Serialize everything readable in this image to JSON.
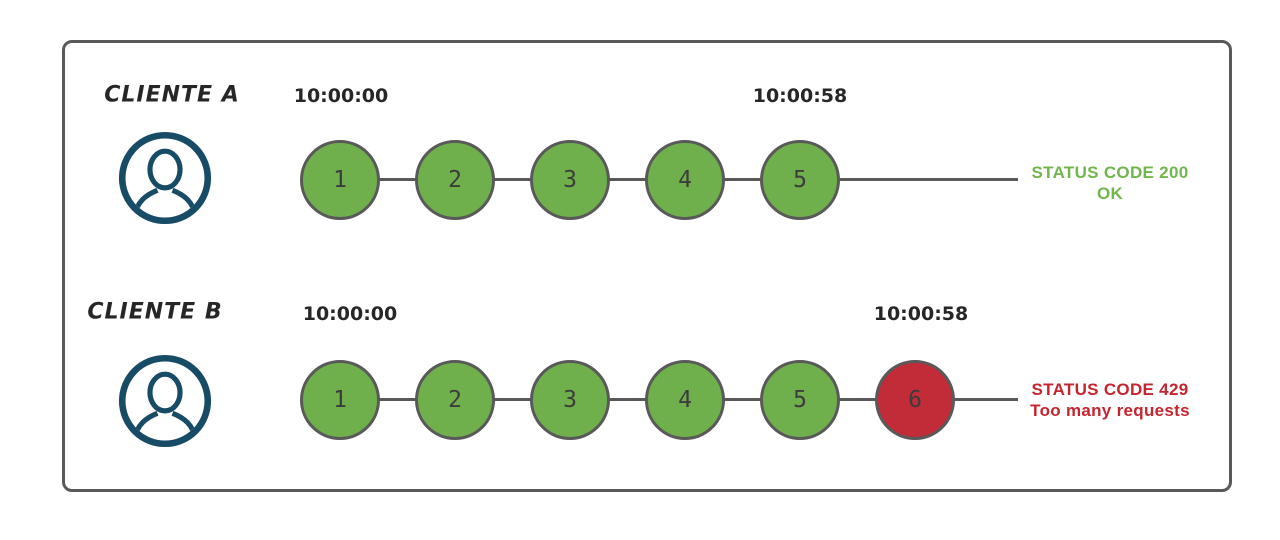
{
  "colors": {
    "green": "#6FB04C",
    "red": "#C22B38",
    "stroke": "#595959",
    "navy": "#174B66",
    "greenText": "#70B64C",
    "redText": "#C4252F",
    "ink": "#262626",
    "digit": "#3C3C3C"
  },
  "rows": [
    {
      "client": "CLIENTE A",
      "start_time": "10:00:00",
      "end_time": "10:00:58",
      "requests": [
        "1",
        "2",
        "3",
        "4",
        "5"
      ],
      "status_line1": "STATUS CODE 200",
      "status_line2": "OK"
    },
    {
      "client": "CLIENTE B",
      "start_time": "10:00:00",
      "end_time": "10:00:58",
      "requests": [
        "1",
        "2",
        "3",
        "4",
        "5",
        "6"
      ],
      "status_line1": "STATUS CODE 429",
      "status_line2": "Too many requests"
    }
  ]
}
